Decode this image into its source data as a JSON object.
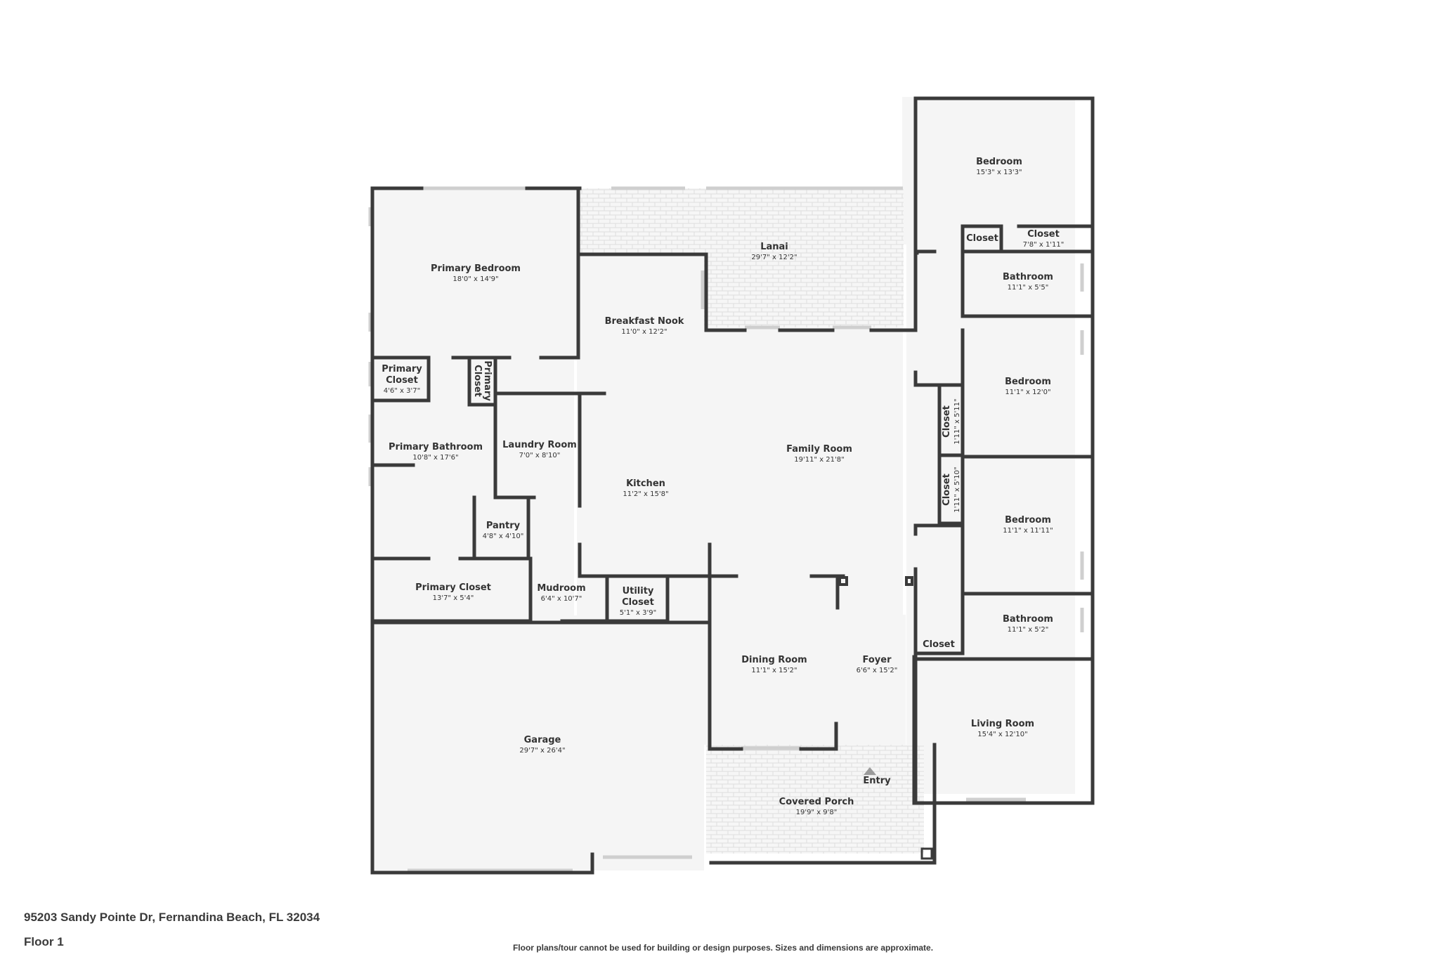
{
  "footer": {
    "address": "95203 Sandy Pointe Dr, Fernandina Beach, FL 32034",
    "floor": "Floor 1",
    "disclaimer": "Floor plans/tour cannot be used for building or design purposes. Sizes and dimensions are approximate."
  },
  "colors": {
    "wall": "#3a3a3a",
    "floor": "#f5f5f5",
    "window": "#d4d4d4",
    "text": "#333333"
  },
  "entry_label": "Entry",
  "rooms": {
    "bedroom_ne": {
      "name": "Bedroom",
      "dims": "15'3\" x 13'3\""
    },
    "closet_ne_a": {
      "name": "Closet",
      "dims": ""
    },
    "closet_ne_b": {
      "name": "Closet",
      "dims": "7'8\" x 1'11\""
    },
    "lanai": {
      "name": "Lanai",
      "dims": "29'7\" x 12'2\""
    },
    "primary_bedroom": {
      "name": "Primary Bedroom",
      "dims": "18'0\" x 14'9\""
    },
    "breakfast_nook": {
      "name": "Breakfast Nook",
      "dims": "11'0\" x 12'2\""
    },
    "bathroom_1": {
      "name": "Bathroom",
      "dims": "11'1\" x 5'5\""
    },
    "primary_closet_small": {
      "name_line1": "Primary",
      "name_line2": "Closet",
      "dims": "4'6\" x 3'7\""
    },
    "primary_closet_vertical": {
      "name_line1": "Primary",
      "name_line2": "Closet"
    },
    "bedroom_2": {
      "name": "Bedroom",
      "dims": "11'1\" x 12'0\""
    },
    "closet_v1": {
      "name": "Closet",
      "dims": "1'11\" x 5'11\""
    },
    "primary_bathroom": {
      "name": "Primary Bathroom",
      "dims": "10'8\" x 17'6\""
    },
    "laundry_room": {
      "name": "Laundry Room",
      "dims": "7'0\" x 8'10\""
    },
    "family_room": {
      "name": "Family Room",
      "dims": "19'11\" x 21'8\""
    },
    "kitchen": {
      "name": "Kitchen",
      "dims": "11'2\" x 15'8\""
    },
    "closet_v2": {
      "name": "Closet",
      "dims": "1'11\" x 5'10\""
    },
    "bedroom_3": {
      "name": "Bedroom",
      "dims": "11'1\" x 11'11\""
    },
    "pantry": {
      "name": "Pantry",
      "dims": "4'8\" x 4'10\""
    },
    "primary_closet_large": {
      "name": "Primary Closet",
      "dims": "13'7\" x 5'4\""
    },
    "mudroom": {
      "name": "Mudroom",
      "dims": "6'4\" x 10'7\""
    },
    "utility_closet": {
      "name_line1": "Utility",
      "name_line2": "Closet",
      "dims": "5'1\" x 3'9\""
    },
    "bathroom_2": {
      "name": "Bathroom",
      "dims": "11'1\" x 5'2\""
    },
    "closet_se": {
      "name": "Closet",
      "dims": ""
    },
    "dining_room": {
      "name": "Dining Room",
      "dims": "11'1\" x 15'2\""
    },
    "foyer": {
      "name": "Foyer",
      "dims": "6'6\" x 15'2\""
    },
    "living_room": {
      "name": "Living Room",
      "dims": "15'4\" x 12'10\""
    },
    "garage": {
      "name": "Garage",
      "dims": "29'7\" x 26'4\""
    },
    "covered_porch": {
      "name": "Covered Porch",
      "dims": "19'9\" x 9'8\""
    }
  }
}
